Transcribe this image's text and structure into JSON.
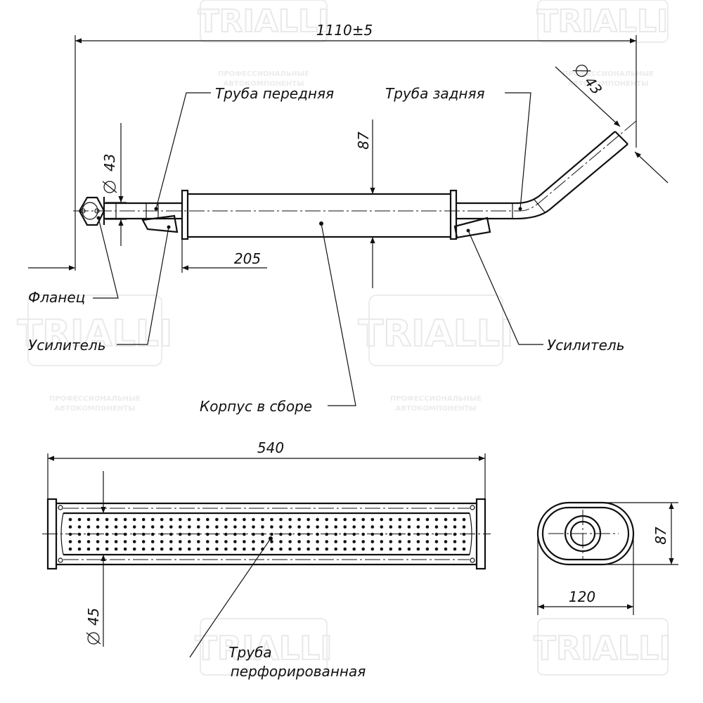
{
  "dimensions": {
    "overall_length": "1110±5",
    "front_pipe_diameter": "43",
    "rear_pipe_diameter": "43",
    "body_height_top": "87",
    "front_offset": "205",
    "perforated_length": "540",
    "perforated_diameter": "45",
    "section_height": "87",
    "section_width": "120"
  },
  "labels": {
    "front_pipe": "Труба передняя",
    "rear_pipe": "Труба задняя",
    "flange": "Фланец",
    "reinforcement_left": "Усилитель",
    "reinforcement_right": "Усилитель",
    "body_assembly": "Корпус в сборе",
    "perforated_pipe_line1": "Труба",
    "perforated_pipe_line2": "перфорированная"
  },
  "watermark": {
    "brand": "TRIALLI",
    "tagline_line1": "ПРОФЕССИОНАЛЬНЫЕ",
    "tagline_line2": "АВТОКОМПОНЕНТЫ"
  }
}
